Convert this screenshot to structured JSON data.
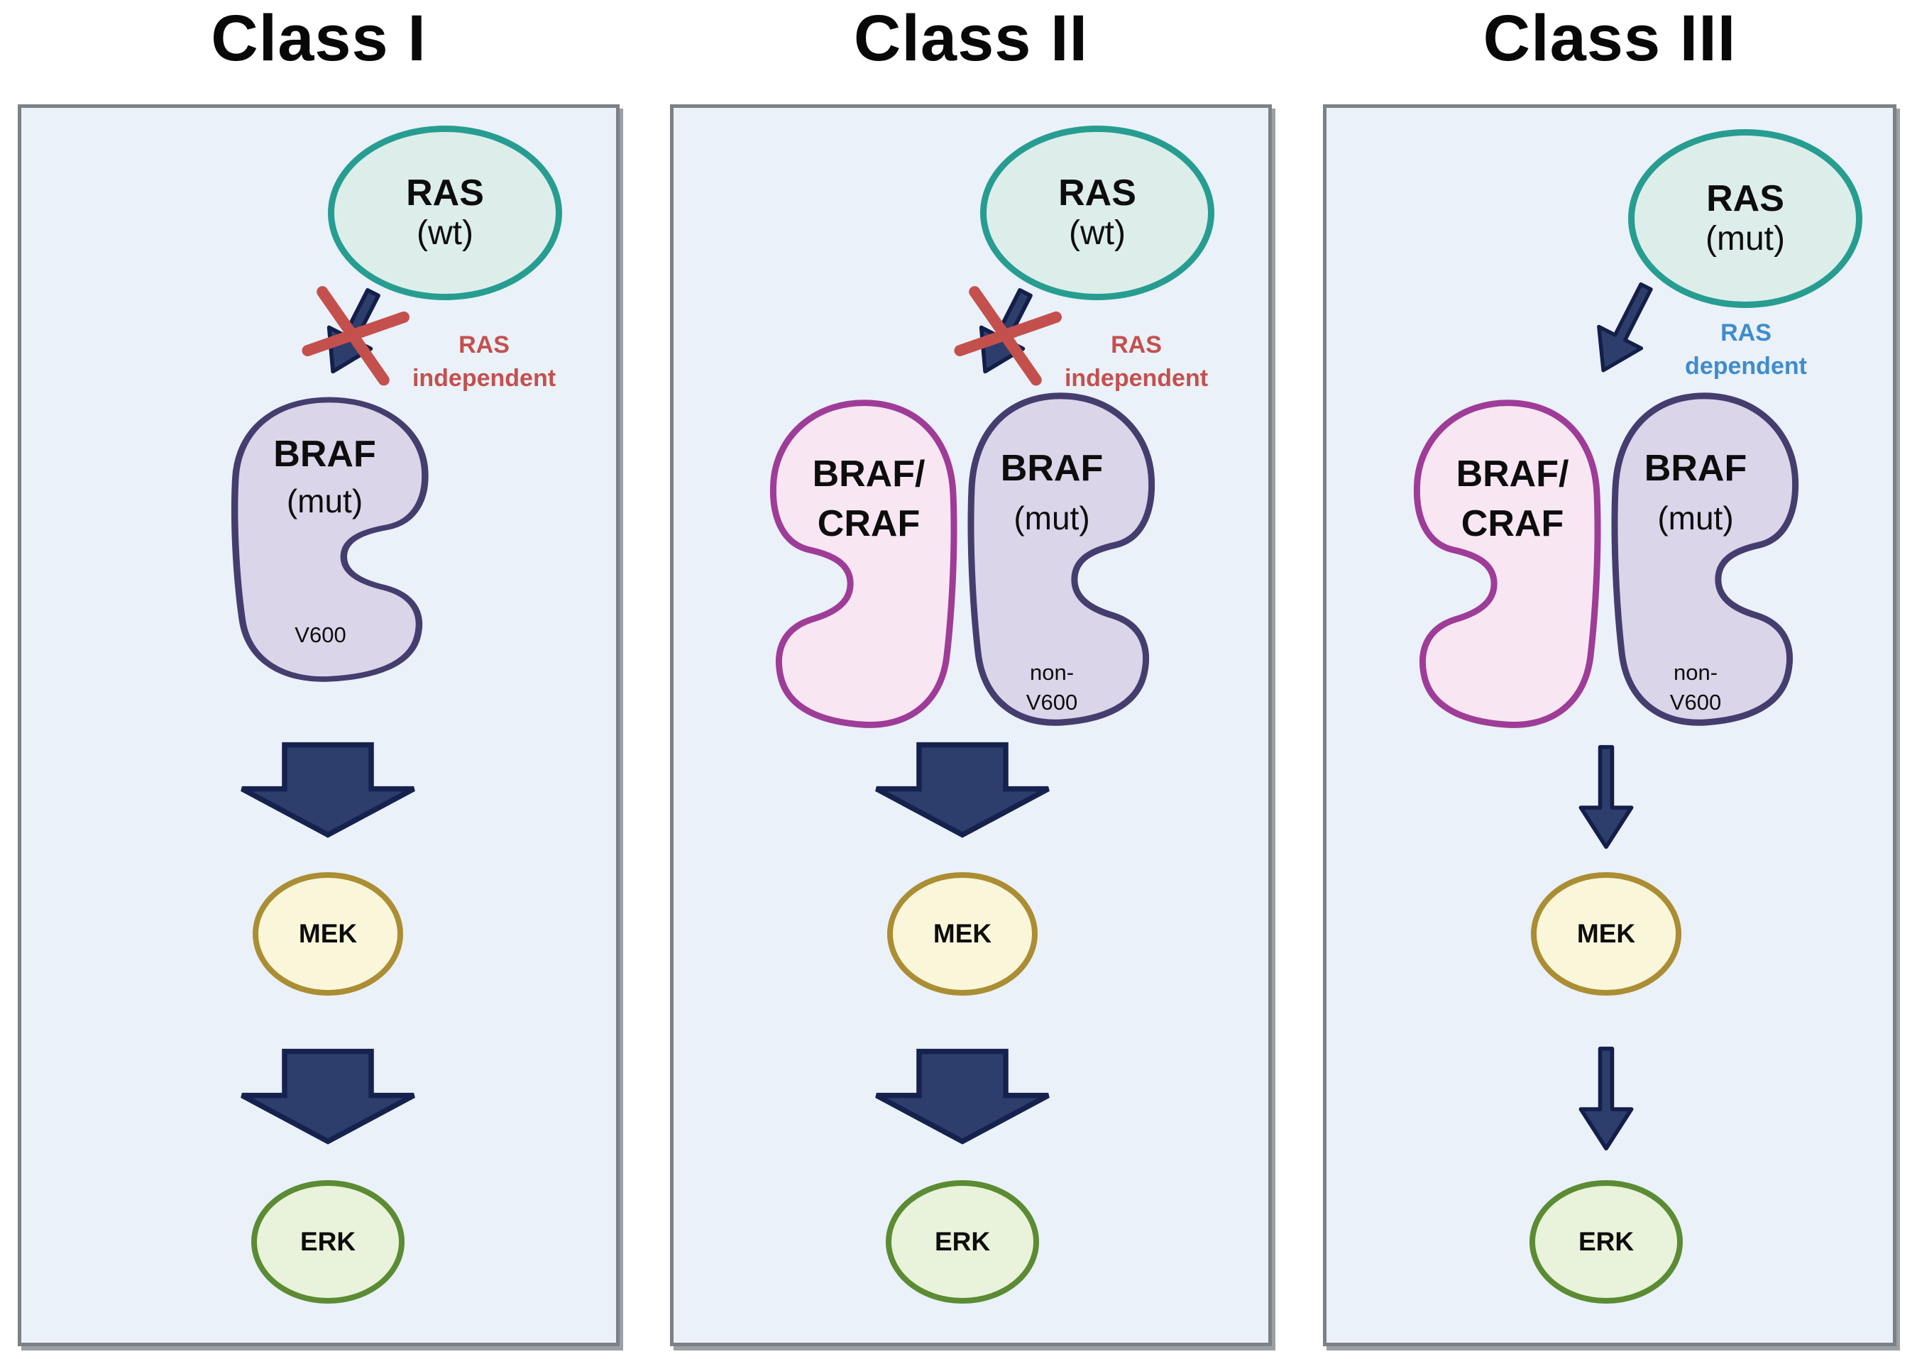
{
  "figure": {
    "type": "pathway-diagram",
    "subject": "BRAF mutation classes signaling through the MAPK pathway"
  },
  "colors": {
    "panel_background": "#eaf1f8",
    "panel_border": "#7c8186",
    "ras_fill": "#ddeeea",
    "ras_stroke": "#279d91",
    "braf_fill": "#dbd5e9",
    "braf_stroke": "#443d6e",
    "craf_fill": "#f8e7f3",
    "craf_stroke": "#9e3c98",
    "arrow_fill": "#2d3e6d",
    "arrow_stroke": "#16224e",
    "blocked_red": "#c4504e",
    "dependent_blue": "#3e8ccd",
    "mek_fill": "#faf6da",
    "mek_stroke": "#ab8d33",
    "erk_fill": "#e9f2da",
    "erk_stroke": "#5b8b33",
    "text": "#0d0d0d"
  },
  "panels": [
    {
      "title": "Class I",
      "ras": {
        "name": "RAS",
        "state": "(wt)"
      },
      "link": {
        "line1": "RAS",
        "line2": "independent",
        "blocked": true
      },
      "raf": {
        "type": "single",
        "name": "BRAF",
        "state": "(mut)",
        "variant": "V600"
      },
      "mek": "MEK",
      "erk": "ERK"
    },
    {
      "title": "Class II",
      "ras": {
        "name": "RAS",
        "state": "(wt)"
      },
      "link": {
        "line1": "RAS",
        "line2": "independent",
        "blocked": true
      },
      "raf": {
        "type": "dimer",
        "left_line1": "BRAF/",
        "left_line2": "CRAF",
        "right_name": "BRAF",
        "right_state": "(mut)",
        "variant_line1": "non-",
        "variant_line2": "V600"
      },
      "mek": "MEK",
      "erk": "ERK"
    },
    {
      "title": "Class III",
      "ras": {
        "name": "RAS",
        "state": "(mut)"
      },
      "link": {
        "line1": "RAS",
        "line2": "dependent",
        "blocked": false
      },
      "raf": {
        "type": "dimer",
        "left_line1": "BRAF/",
        "left_line2": "CRAF",
        "right_name": "BRAF",
        "right_state": "(mut)",
        "variant_line1": "non-",
        "variant_line2": "V600"
      },
      "mek": "MEK",
      "erk": "ERK"
    }
  ]
}
